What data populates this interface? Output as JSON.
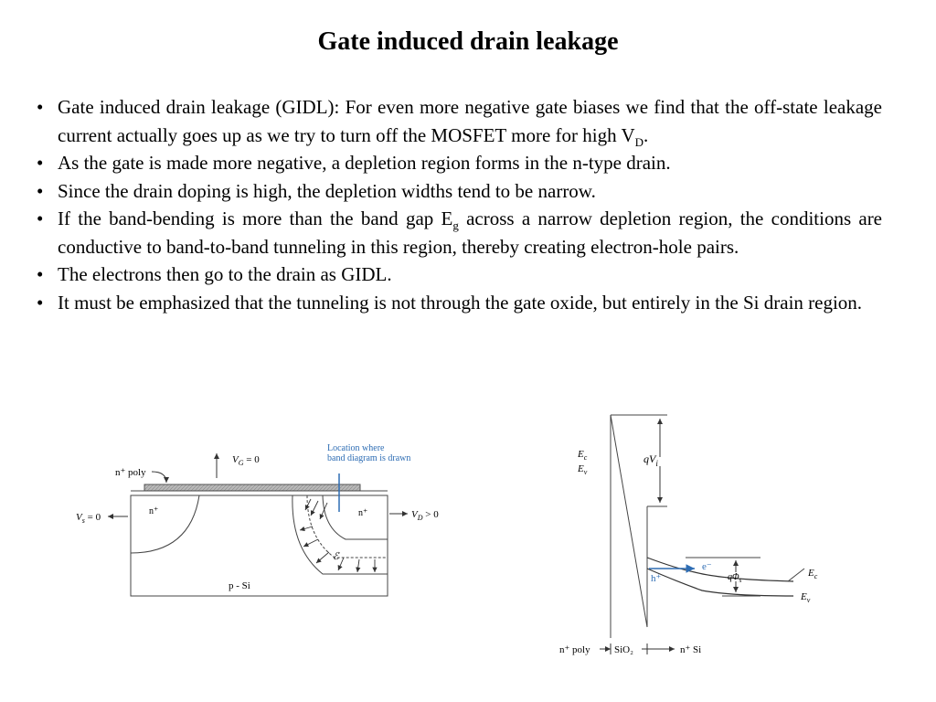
{
  "title": "Gate induced drain leakage",
  "bullets": [
    {
      "pre": "Gate induced drain leakage (GIDL): For even more negative gate biases we find that the off-state leakage current actually goes up as we try to turn off the MOSFET more for high V",
      "sub": "D",
      "post": "."
    },
    {
      "pre": "As the gate is made more negative, a depletion region forms in the n-type drain.",
      "sub": "",
      "post": ""
    },
    {
      "pre": "Since the drain doping is high, the depletion widths tend to be narrow.",
      "sub": "",
      "post": ""
    },
    {
      "pre": "If the band-bending is more than the band gap E",
      "sub": "g",
      "post": " across a narrow depletion region, the conditions are conductive to band-to-band tunneling in this region, thereby creating electron-hole pairs."
    },
    {
      "pre": "The electrons then go to the drain as GIDL.",
      "sub": "",
      "post": ""
    },
    {
      "pre": "It must be emphasized that the tunneling is not through the gate oxide, but entirely in the Si drain region.",
      "sub": "",
      "post": ""
    }
  ],
  "bullet_symbol": "•",
  "fig_left": {
    "location_label_1": "Location where",
    "location_label_2": "band diagram is drawn",
    "vg_label": "V",
    "vg_sub": "G",
    "vg_val": " = 0",
    "npoly_label": "n⁺ poly",
    "vs_label": "V",
    "vs_sub": "s",
    "vs_val": " = 0",
    "vd_label": "V",
    "vd_sub": "D",
    "vd_val": " > 0",
    "source_label": "n⁺",
    "drain_label": "n⁺",
    "field_label": "ℰ",
    "substrate_label": "p - Si",
    "accent_color": "#2e6db4"
  },
  "fig_right": {
    "ec_label": "E",
    "ec_sub": "c",
    "ev_label": "E",
    "ev_sub": "v",
    "qvi_label": "qV",
    "qvi_sub": "i",
    "electron_label": "e⁻",
    "hole_label": "h⁺",
    "qphi_label": "qΦ",
    "qphi_sub": "s",
    "ec_right_label": "E",
    "ec_right_sub": "c",
    "ev_right_label": "E",
    "ev_right_sub": "v",
    "bottom_npoly": "n⁺ poly",
    "bottom_sio2": "SiO₂",
    "bottom_nsi": "n⁺ Si"
  }
}
